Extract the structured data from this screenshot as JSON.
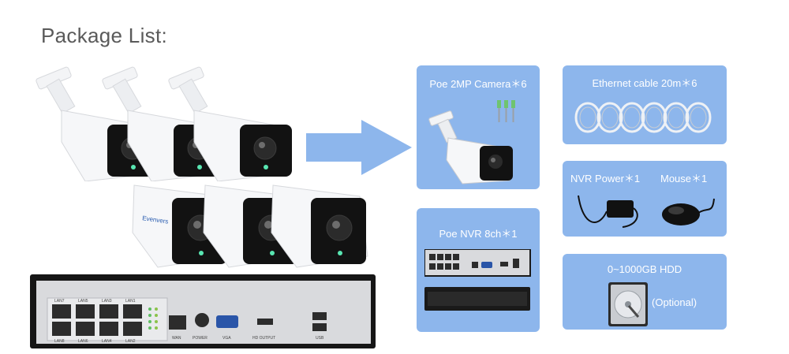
{
  "heading": "Package List:",
  "accent_color": "#8db6ec",
  "brand_text": "Evenvers",
  "cards": {
    "camera": {
      "label": "Poe 2MP Camera＊6"
    },
    "ethernet": {
      "label": "Ethernet cable 20m＊6"
    },
    "nvr_power": {
      "label": "NVR Power＊1"
    },
    "mouse": {
      "label": "Mouse＊1"
    },
    "nvr": {
      "label": "Poe NVR 8ch＊1"
    },
    "hdd": {
      "label": "0~1000GB HDD",
      "note": "(Optional)"
    }
  },
  "nvr_panel": {
    "lan_top": [
      "LAN7",
      "LAN5",
      "LAN3",
      "LAN1"
    ],
    "lan_bottom": [
      "LAN8",
      "LAN6",
      "LAN4",
      "LAN2"
    ],
    "ports": [
      "WAN",
      "POWER",
      "VGA",
      "HD OUTPUT",
      "USB"
    ]
  }
}
